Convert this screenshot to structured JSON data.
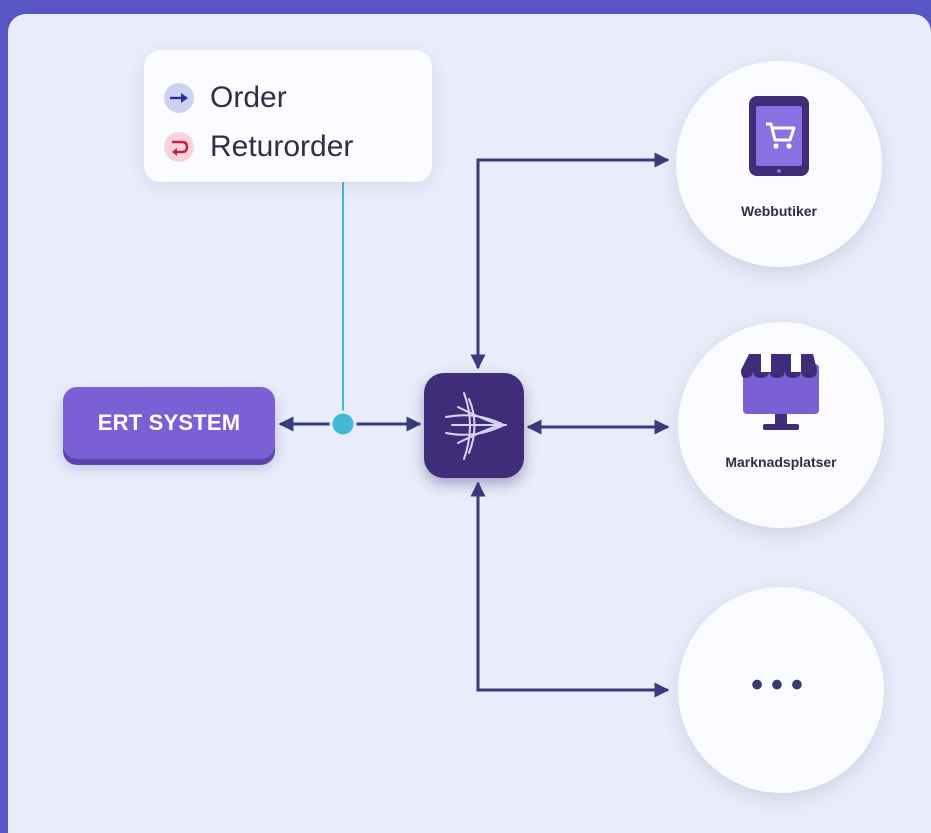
{
  "legend": {
    "items": [
      {
        "label": "Order",
        "icon": "arrow-right-icon",
        "bg": "#cdd2f5",
        "color": "#2b2f8f"
      },
      {
        "label": "Returorder",
        "icon": "return-arrow-icon",
        "bg": "#f8d3de",
        "color": "#c0204a"
      }
    ]
  },
  "erp_label": "ERT SYSTEM",
  "hub": {
    "icon": "platform-logo-icon",
    "color": "#3f2d7a"
  },
  "channels": [
    {
      "label": "Webbutiker",
      "icon": "tablet-cart-icon"
    },
    {
      "label": "Marknadsplatser",
      "icon": "marketplace-store-icon"
    },
    {
      "label": "•••",
      "icon": "more-icon"
    }
  ],
  "colors": {
    "arrow": "#3a3a7e",
    "connector": "#40b8d6",
    "accent": "#7b5fd4"
  }
}
